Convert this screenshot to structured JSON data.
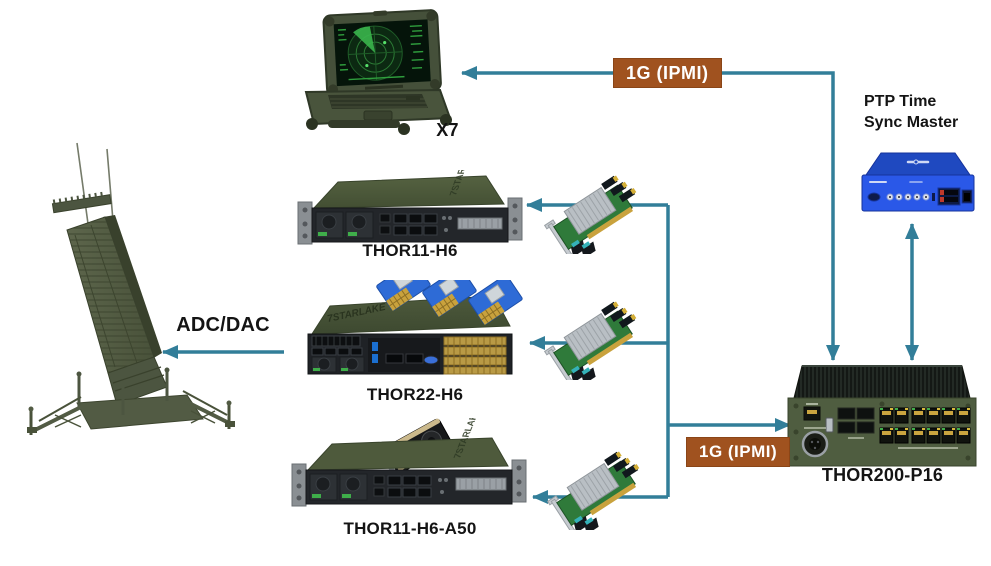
{
  "nodes": {
    "radar": {
      "name": "phased-array-radar"
    },
    "x7": {
      "label": "X7"
    },
    "thor11": {
      "label": "THOR11-H6",
      "brand": "7STARLAKE"
    },
    "thor22": {
      "label": "THOR22-H6",
      "brand": "7STARLAKE"
    },
    "thor11_a50": {
      "label": "THOR11-H6-A50",
      "brand": "7STARLAKE"
    },
    "thor200": {
      "label": "THOR200-P16"
    },
    "ptp": {
      "label_line1": "PTP Time",
      "label_line2": "Sync Master"
    }
  },
  "edges": {
    "adc_dac": {
      "label": "ADC/DAC"
    },
    "ipmi_top": {
      "label": "1G (IPMI)"
    },
    "ipmi_bottom": {
      "label": "1G (IPMI)"
    }
  },
  "colors": {
    "line": "#327E99",
    "badge_bg": "#A0521F",
    "badge_border": "#8A4517",
    "badge_text": "#FFFFFF",
    "label_text": "#141414"
  }
}
